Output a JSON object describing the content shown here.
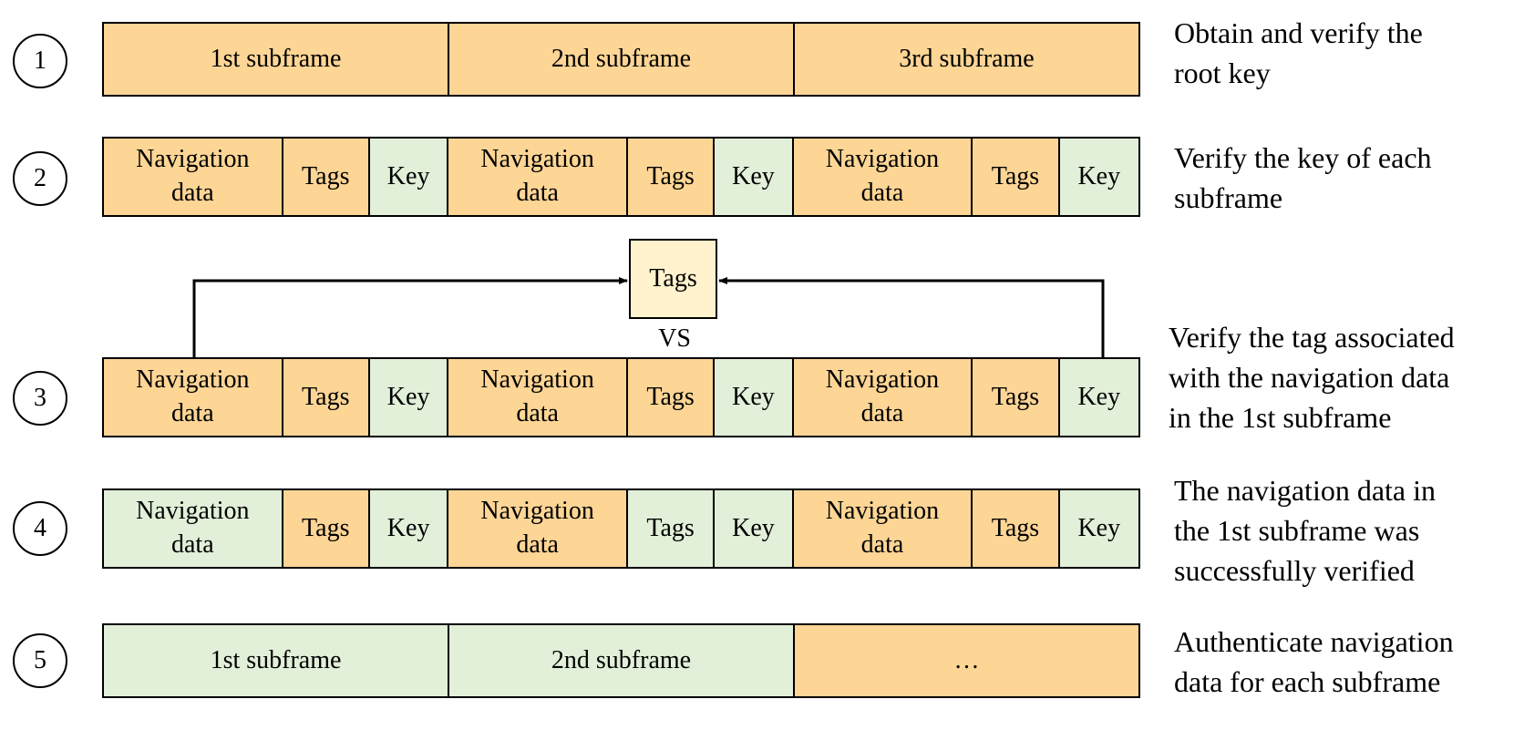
{
  "steps": [
    {
      "number": "1",
      "cells": [
        {
          "text": "1st subframe",
          "color": "orange"
        },
        {
          "text": "2nd subframe",
          "color": "orange"
        },
        {
          "text": "3rd subframe",
          "color": "orange"
        }
      ],
      "description": "Obtain and verify the\nroot key"
    },
    {
      "number": "2",
      "cells": [
        {
          "text": "Navigation\ndata",
          "color": "orange"
        },
        {
          "text": "Tags",
          "color": "orange"
        },
        {
          "text": "Key",
          "color": "green"
        },
        {
          "text": "Navigation\ndata",
          "color": "orange"
        },
        {
          "text": "Tags",
          "color": "orange"
        },
        {
          "text": "Key",
          "color": "green"
        },
        {
          "text": "Navigation\ndata",
          "color": "orange"
        },
        {
          "text": "Tags",
          "color": "orange"
        },
        {
          "text": "Key",
          "color": "green"
        }
      ],
      "description": "Verify the key of each\nsubframe"
    },
    {
      "number": "3",
      "cells": [
        {
          "text": "Navigation\ndata",
          "color": "orange"
        },
        {
          "text": "Tags",
          "color": "orange"
        },
        {
          "text": "Key",
          "color": "green"
        },
        {
          "text": "Navigation\ndata",
          "color": "orange"
        },
        {
          "text": "Tags",
          "color": "orange"
        },
        {
          "text": "Key",
          "color": "green"
        },
        {
          "text": "Navigation\ndata",
          "color": "orange"
        },
        {
          "text": "Tags",
          "color": "orange"
        },
        {
          "text": "Key",
          "color": "green"
        }
      ],
      "description": "Verify the tag associated\nwith the navigation data\nin the 1st subframe"
    },
    {
      "number": "4",
      "cells": [
        {
          "text": "Navigation\ndata",
          "color": "green"
        },
        {
          "text": "Tags",
          "color": "orange"
        },
        {
          "text": "Key",
          "color": "green"
        },
        {
          "text": "Navigation\ndata",
          "color": "orange"
        },
        {
          "text": "Tags",
          "color": "green"
        },
        {
          "text": "Key",
          "color": "green"
        },
        {
          "text": "Navigation\ndata",
          "color": "orange"
        },
        {
          "text": "Tags",
          "color": "orange"
        },
        {
          "text": "Key",
          "color": "green"
        }
      ],
      "description": "The navigation data in\nthe 1st subframe was\nsuccessfully verified"
    },
    {
      "number": "5",
      "cells": [
        {
          "text": "1st subframe",
          "color": "green"
        },
        {
          "text": "2nd subframe",
          "color": "green"
        },
        {
          "text": "…",
          "color": "orange"
        }
      ],
      "description": "Authenticate navigation\ndata for each subframe"
    }
  ],
  "comparison": {
    "tags_label": "Tags",
    "vs_label": "VS"
  },
  "colors": {
    "orange": "#fdd595",
    "green": "#e2efd9",
    "tags_box": "#fff2cc"
  }
}
